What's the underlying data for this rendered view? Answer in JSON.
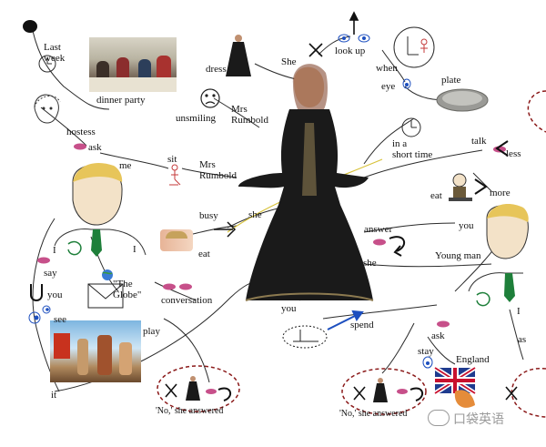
{
  "labels": {
    "last_week": "Last\nweek",
    "dinner_party": "dinner party",
    "hostess": "hostess",
    "ask_top": "ask",
    "me": "me",
    "dress": "dress",
    "she_top": "She",
    "unsmiling": "unsmiling",
    "mrs_rumbold_top": "Mrs\nRumbold",
    "look_up": "look up",
    "when": "when",
    "eye": "eye",
    "plate": "plate",
    "in_a_short_time": "in a\nshort time",
    "talk": "talk",
    "less": "less",
    "more": "more",
    "eat_right": "eat",
    "sit": "sit",
    "mrs_rumbold_mid": "Mrs\nRumbold",
    "busy": "busy",
    "she_mid": "she",
    "eat_mid": "eat",
    "i_left": "I",
    "i_mid": "I",
    "say": "say",
    "you_left": "you",
    "see": "see",
    "the_globe": "\"The\nGlobe\"",
    "conversation": "conversation",
    "play": "play",
    "it": "it",
    "you_center": "you",
    "spend": "spend",
    "answer": "answer",
    "she_right": "she",
    "you_right": "you",
    "young_man": "Young man",
    "ask_right": "ask",
    "stay": "stay",
    "england": "England",
    "i_right": "I",
    "as": "as",
    "no_she_answered_left": "'No,' she answered",
    "no_she_answered_right": "'No,' she answered"
  },
  "watermark": "口袋英语",
  "colors": {
    "line": "#2b2b2b",
    "dress": "#1a1a1a",
    "lips": "#c7508a",
    "blue": "#1d4fbf",
    "dashed_red": "#8b1a1a",
    "tie": "#1e7f3a"
  }
}
